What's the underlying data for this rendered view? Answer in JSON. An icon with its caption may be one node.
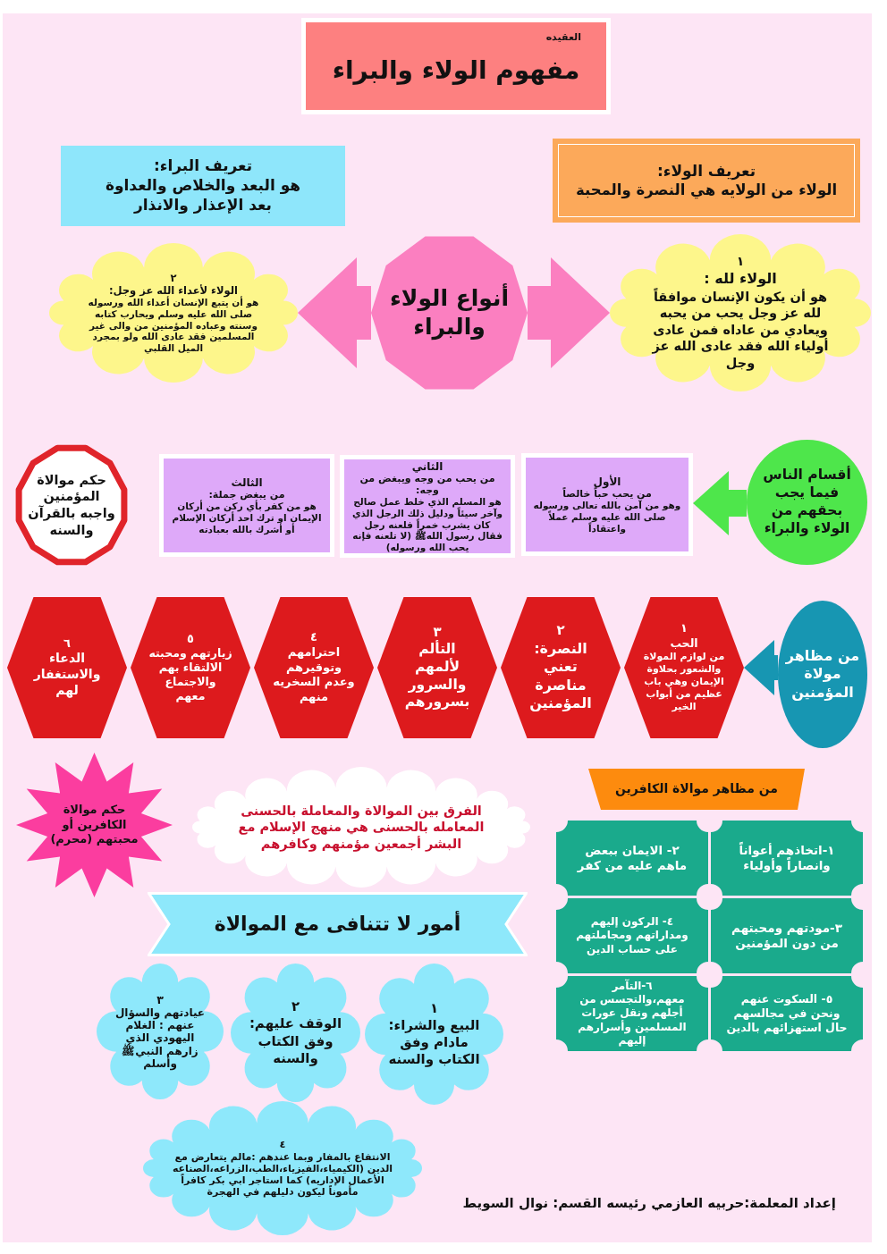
{
  "diagram": {
    "nodes": [
      {
        "text": [
          "العقيده",
          "مفهوم الولاء والبراء"
        ]
      },
      {
        "text": [
          "تعريف الولاء:",
          "الولاء من الولايه هي النصرة والمحبة"
        ]
      },
      {
        "text": [
          "تعريف البراء:",
          "هو البعد والخلاص والعداوة بعد الإعذار والانذار"
        ]
      },
      {
        "text": [
          "١",
          "الولاء لله :",
          "هو أن يكون الإنسان موافقاً لله عز وجل يحب من يحبه ويعادي من عاداه فمن عادى أولياء الله فقد عادى الله عز وجل"
        ]
      },
      {
        "text": [
          "أنواع الولاء والبراء"
        ]
      },
      {
        "text": [
          "٢",
          "الولاء لأعداء الله عز وجل:",
          "هو أن يتبع الإنسان أعداء الله ورسوله صلى الله عليه وسلم ويحارب كتابه وسنته وعباده المؤمنين من والى غير المسلمين فقد عادى الله ولو بمجرد الميل القلبي"
        ]
      },
      {
        "text": [
          "أقسام الناس فيما يجب بحقهم من الولاء والبراء"
        ]
      },
      {
        "text": [
          "الأول",
          "من يحب حباً خالصاً",
          "وهو من آمن بالله تعالى ورسوله صلى الله عليه وسلم عملاً واعتقاداً"
        ]
      },
      {
        "text": [
          "الثاني",
          "من يحب من وجه ويبغض من وجه:",
          "هو المسلم الذي خلط عمل صالح وآخر سيئاً ودليل ذلك الرجل الذي كان يشرب خمراً فلعنه رجل فقال رسول اللهﷺ (لا تلعنه فإنه يحب الله ورسوله)"
        ]
      },
      {
        "text": [
          "الثالث",
          "من يبغض جملة:",
          "هو من كفر بأي ركن من أركان الإيمان او ترك احد أركان الإسلام أو أشرك بالله بعبادته"
        ]
      },
      {
        "text": [
          "حكم موالاة المؤمنين واجبه بالقرآن والسنه"
        ]
      },
      {
        "text": [
          "من مظاهر مولاة المؤمنين"
        ]
      },
      {
        "text": [
          "١",
          "الحب",
          "من لوازم المولاة والشعور بحلاوة الإيمان وهي باب عظيم من أبواب الخير"
        ]
      },
      {
        "text": [
          "٢",
          "النصرة: تعني مناصرة المؤمنين"
        ]
      },
      {
        "text": [
          "٣",
          "التألم لألمهم والسرور بسرورهم"
        ]
      },
      {
        "text": [
          "٤",
          "احترامهم وتوقيرهم وعدم السخريه منهم"
        ]
      },
      {
        "text": [
          "٥",
          "زيارتهم ومحبته الالتقاء بهم والاجتماع معهم"
        ]
      },
      {
        "text": [
          "٦",
          "الدعاء والاستغفار لهم"
        ]
      },
      {
        "text": [
          "من مظاهر موالاة الكافرين"
        ]
      },
      {
        "text": [
          "١-اتخاذهم أعواناً وانصاراً وأولياء"
        ]
      },
      {
        "text": [
          "٢- الايمان ببعض ماهم عليه من كفر"
        ]
      },
      {
        "text": [
          "٣-مودتهم ومحبتهم من دون المؤمنين"
        ]
      },
      {
        "text": [
          "٤- الركون إليهم ومداراتهم ومجاملتهم على حساب الدين"
        ]
      },
      {
        "text": [
          "٥- السكوت عنهم ونحن في مجالسهم حال استهزائهم بالدين"
        ]
      },
      {
        "text": [
          "٦-التآمر معهم،والتجسس من أجلهم ونقل عورات المسلمين وأسرارهم إليهم"
        ]
      },
      {
        "text": [
          "الفرق بين الموالاة والمعاملة بالحسنى",
          "المعامله بالحسنى هي منهج الإسلام مع البشر أجمعين مؤمنهم وكافرهم"
        ]
      },
      {
        "text": [
          "حكم موالاة الكافرين أو محبتهم (محرم)"
        ]
      },
      {
        "text": [
          "أمور لا تتنافى مع الموالاة"
        ]
      },
      {
        "text": [
          "١",
          "البيع والشراء: مادام وفق الكتاب والسنه"
        ]
      },
      {
        "text": [
          "٢",
          "الوقف عليهم: وفق الكتاب والسنه"
        ]
      },
      {
        "text": [
          "٣",
          "عيادتهم والسؤال عنهم : الغلام اليهودي الذي زارهم النبيﷺ وأسلم"
        ]
      },
      {
        "text": [
          "٤",
          "الانتفاع بالمفار وبما عندهم :مالم يتعارض مع الدين (الكيمياء،الفيزياء،الطب،الزراعه،الصناعه الأعمال الإداريه) كما استاجر ابي بكر كافراً مأموناً ليكون دليلهم في الهجرة"
        ]
      }
    ],
    "edges": [
      {
        "from": 4,
        "to": 3,
        "arrow": "to",
        "color": "#fb7fc0"
      },
      {
        "from": 4,
        "to": 5,
        "arrow": "to",
        "color": "#fb7fc0"
      },
      {
        "from": 6,
        "to": 7,
        "arrow": "to",
        "color": "#4ee64b"
      },
      {
        "from": 11,
        "to": 12,
        "arrow": "to",
        "color": "#1796b2"
      }
    ],
    "labels": [
      "إعداد المعلمة:حربيه العازمي رئيسه القسم: نوال السويط"
    ]
  }
}
